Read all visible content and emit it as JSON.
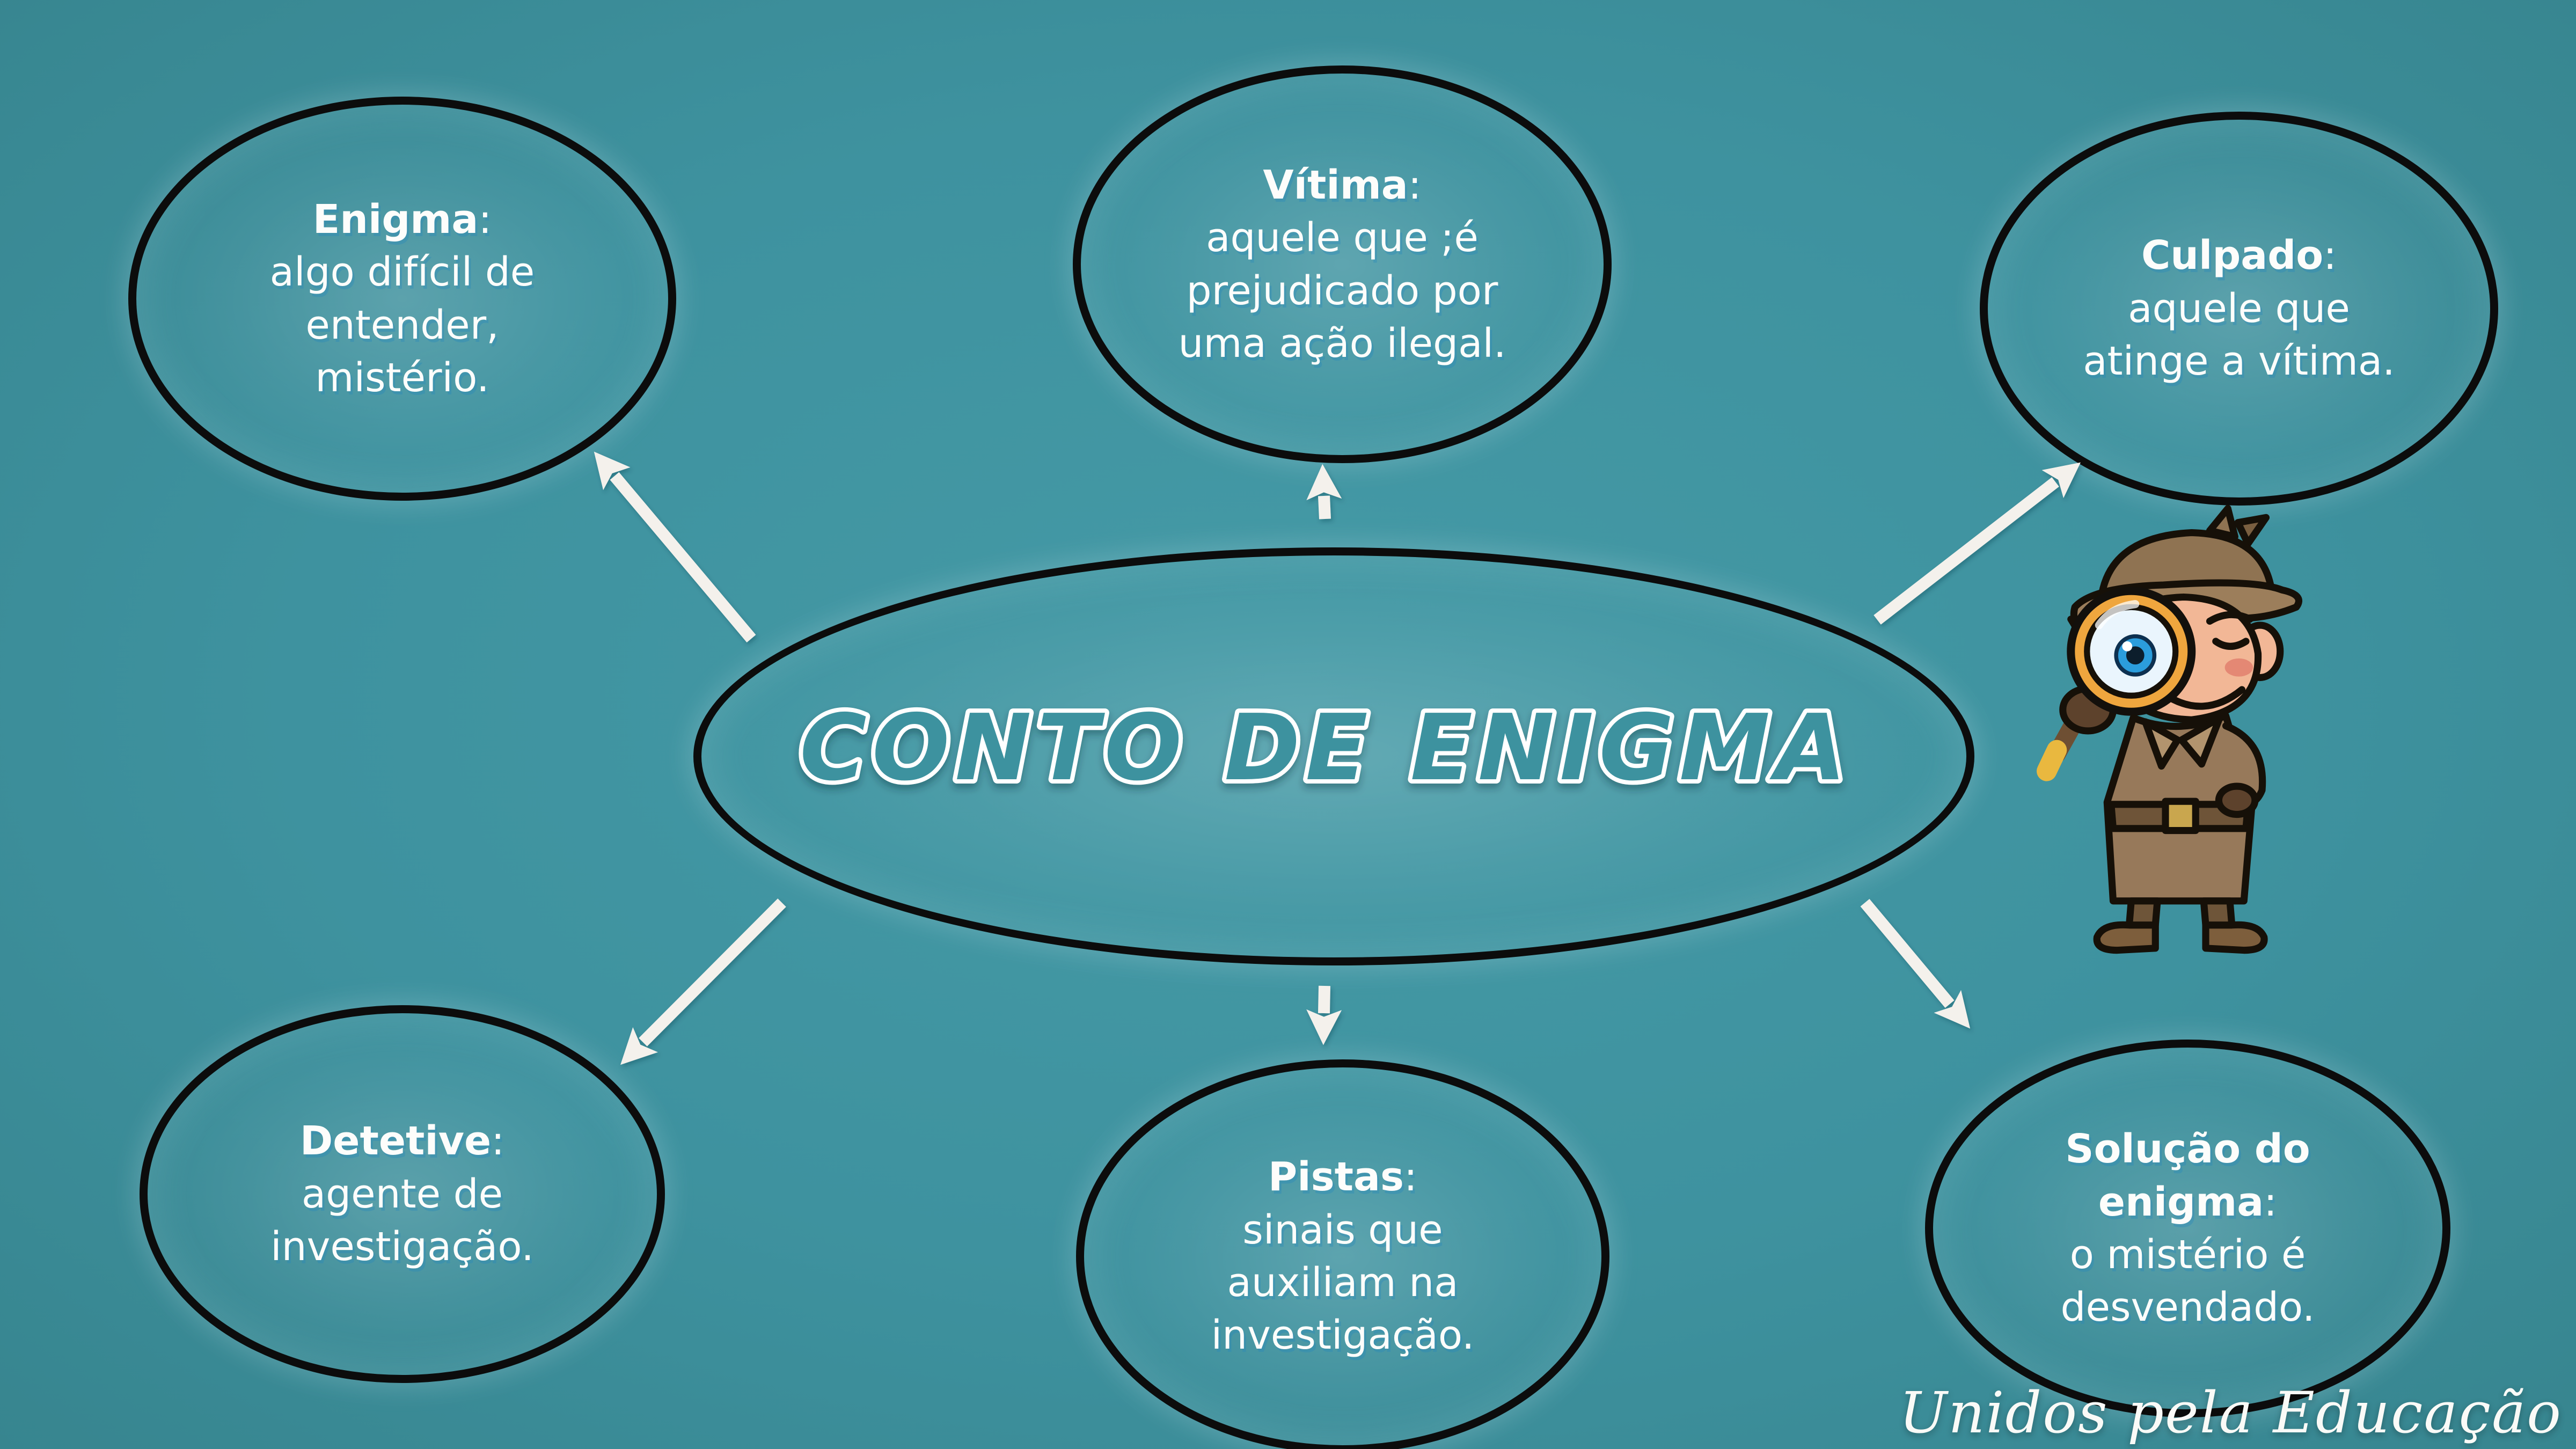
{
  "diagram": {
    "title": "CONTO DE ENIGMA",
    "watermark": "Unidos pela Educação",
    "nodes": [
      {
        "id": "enigma",
        "term": "Enigma",
        "separator": ":",
        "body": "algo difícil de\nentender,\nmistério."
      },
      {
        "id": "vitima",
        "term": "Vítima",
        "separator": ":",
        "body": "aquele que ;é\nprejudicado por\numa ação ilegal."
      },
      {
        "id": "culpado",
        "term": "Culpado",
        "separator": ":",
        "body": "aquele que\natinge a vítima."
      },
      {
        "id": "detetive",
        "term": "Detetive",
        "separator": ":",
        "body": "agente de\ninvestigação."
      },
      {
        "id": "pistas",
        "term": "Pistas",
        "separator": ":",
        "body": "sinais que\nauxiliam na\ninvestigação."
      },
      {
        "id": "solucao",
        "term": "Solução do\nenigma",
        "separator": ":",
        "body": "o mistério é\ndesvendado."
      }
    ],
    "illustration": "cartoon-detective-winking-through-magnifying-glass"
  },
  "colors": {
    "background_teal": "#3E929F",
    "ellipse_ring": "#0C0C0C",
    "text_white": "#FDFDFB",
    "arrow_white": "#F4F1EC",
    "title_fill": "#3E929F",
    "title_outline": "#FFFFFF",
    "detective_coat_brown": "#97795A",
    "magnifier_gold": "#EFA63E",
    "magnifier_iris_blue": "#2B9DDC"
  }
}
